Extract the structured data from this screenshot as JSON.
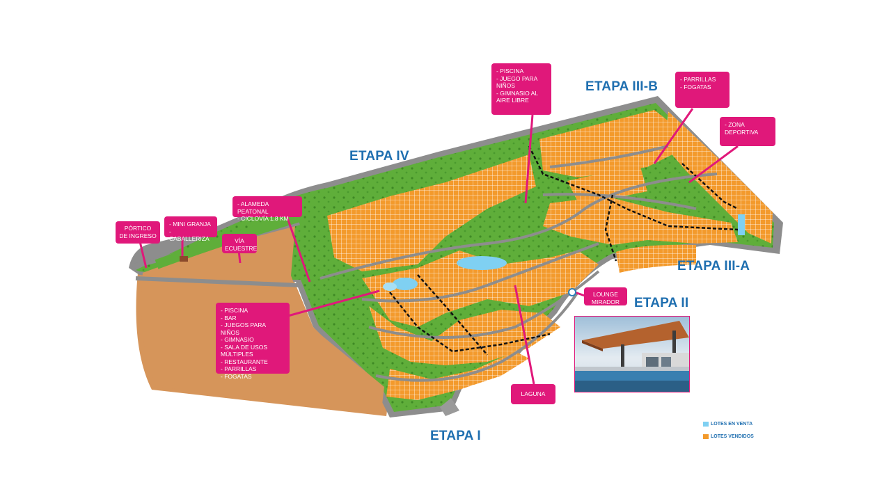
{
  "stages": {
    "etapa_iv": "ETAPA IV",
    "etapa_iii_b": "ETAPA III-B",
    "etapa_iii_a": "ETAPA III-A",
    "etapa_ii": "ETAPA II",
    "etapa_i": "ETAPA I"
  },
  "callouts": {
    "portico": "PÓRTICO\nDE INGRESO",
    "granja": "- MINI GRANJA\n- CABALLERIZA",
    "via": "VÍA\nECUESTRE",
    "alameda": "- ALAMEDA PEATONAL\n- CICLOVÍA 1.8 KM",
    "piscina_top": "- PISCINA\n- JUEGO PARA\n  NIÑOS\n- GIMNASIO AL\n  AIRE LIBRE",
    "parrillas": "- PARRILLAS\n- FOGATAS",
    "zona": "- ZONA\n  DEPORTIVA",
    "club": "- PISCINA\n- BAR\n- JUEGOS PARA NIÑOS\n- GIMNASIO\n- SALA DE USOS\n  MÚLTIPLES\n- RESTAURANTE\n- PARRILLAS\n- FOGATAS",
    "lounge": "LOUNGE\nMIRADOR",
    "laguna": "LAGUNA"
  },
  "legend": {
    "en_venta": "LOTES EN VENTA",
    "vendidos": "LOTES VENDIDOS"
  },
  "colors": {
    "brand_pink": "#e0187a",
    "stage_blue": "#1f6fb0",
    "lot_orange": "#f39a2c",
    "lot_sold_orange": "#f39a2c",
    "lot_for_sale_blue": "#7fd0f2",
    "green_area": "#5fae3a",
    "sand_area": "#d6955a",
    "road_gray": "#9a9a9a"
  }
}
